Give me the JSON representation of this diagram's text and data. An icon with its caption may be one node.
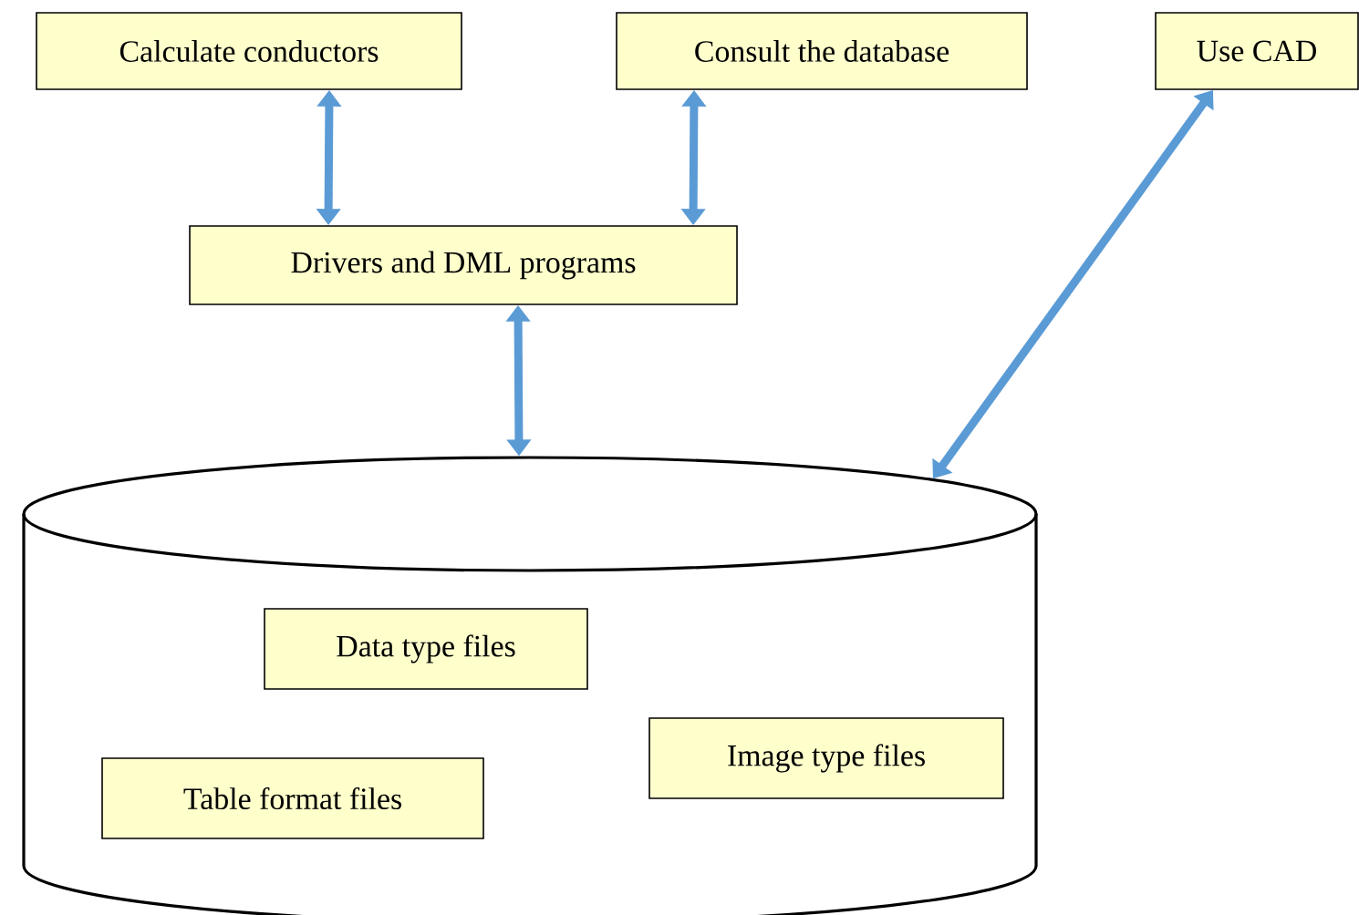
{
  "diagram": {
    "nodes": [
      {
        "text": [
          "Calculate conductors"
        ]
      },
      {
        "text": [
          "Consult the database"
        ]
      },
      {
        "text": [
          "Use CAD"
        ]
      },
      {
        "text": [
          "Drivers and DML programs"
        ]
      },
      {
        "text": [],
        "shape": "cylinder"
      },
      {
        "text": [
          "Data type files"
        ],
        "in": 4
      },
      {
        "text": [
          "Image type files"
        ],
        "in": 4
      },
      {
        "text": [
          "Table format files"
        ],
        "in": 4
      }
    ],
    "edges": [
      {
        "from": 0,
        "to": 3,
        "arrow": "both"
      },
      {
        "from": 1,
        "to": 3,
        "arrow": "both"
      },
      {
        "from": 3,
        "to": 4,
        "arrow": "both"
      },
      {
        "from": 2,
        "to": 4,
        "arrow": "both"
      }
    ]
  }
}
